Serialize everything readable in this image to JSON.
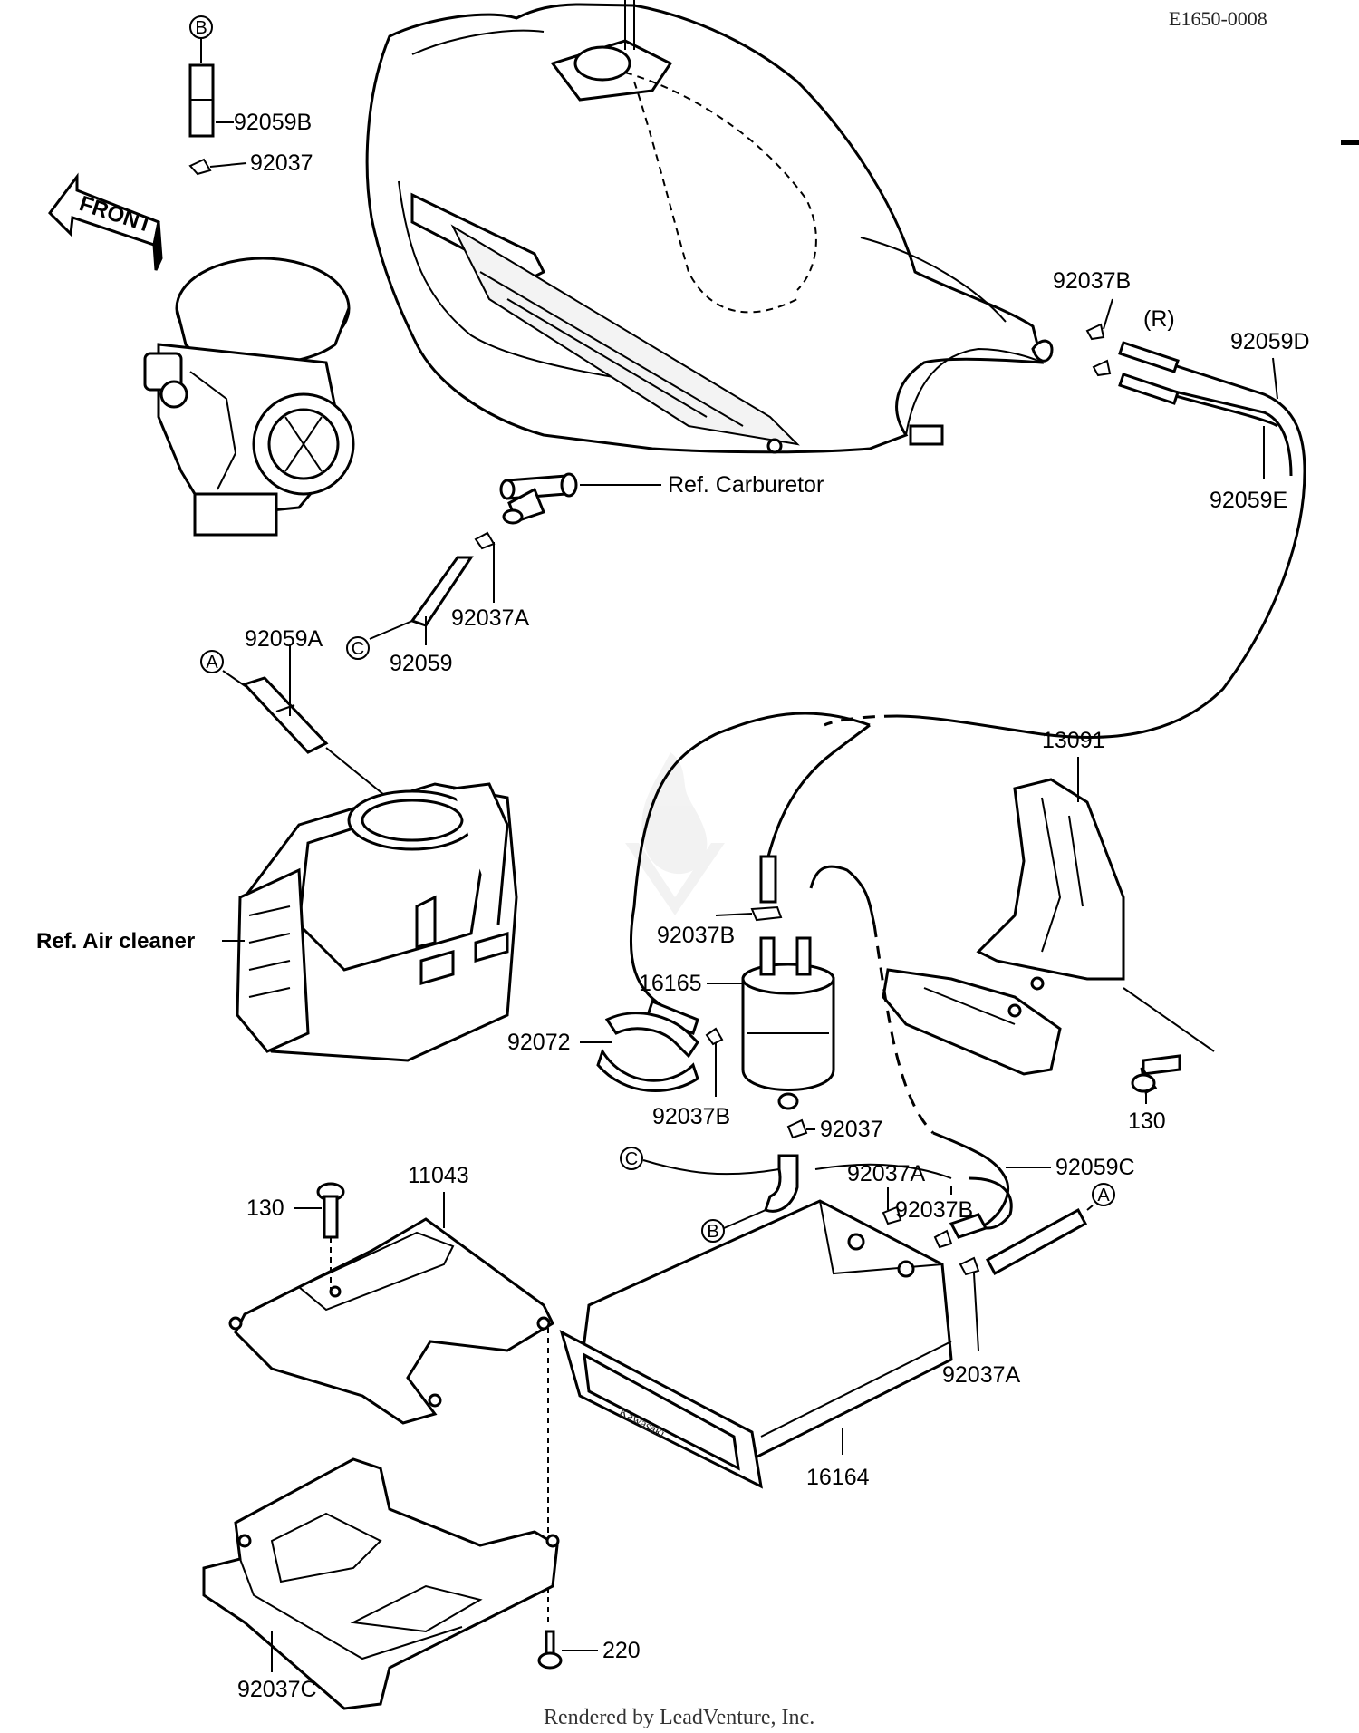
{
  "header": {
    "code": "E1650-0008"
  },
  "footer": {
    "text": "Rendered by LeadVenture, Inc."
  },
  "front_arrow": {
    "text": "FRONT"
  },
  "callouts": {
    "a_top": "A",
    "a_right": "A",
    "b_top": "B",
    "b_bottom": "B",
    "c_left": "C",
    "c_mid": "C"
  },
  "labels": {
    "p92059B": "92059B",
    "p92037_top": "92037",
    "p92037B_tank": "92037B",
    "pR": "(R)",
    "p92059D": "92059D",
    "p92059E": "92059E",
    "ref_carb": "Ref. Carburetor",
    "p92037A_upper": "92037A",
    "p92059": "92059",
    "p92059A": "92059A",
    "p13091": "13091",
    "ref_air": "Ref. Air cleaner",
    "p92037B_filter": "92037B",
    "p16165": "16165",
    "p92072": "92072",
    "p92037B_lower": "92037B",
    "p130_right": "130",
    "p92037_mid": "92037",
    "p92059C": "92059C",
    "p92037A_mid": "92037A",
    "p92037B_mid": "92037B",
    "p130_left": "130",
    "p11043": "11043",
    "p92037A_lower": "92037A",
    "p16164": "16164",
    "p220": "220",
    "p92037C": "92037C"
  },
  "canister": {
    "brand": "Kawasaki"
  },
  "colors": {
    "ink": "#000000",
    "paper": "#ffffff",
    "watermark": "#e9e9e9"
  }
}
